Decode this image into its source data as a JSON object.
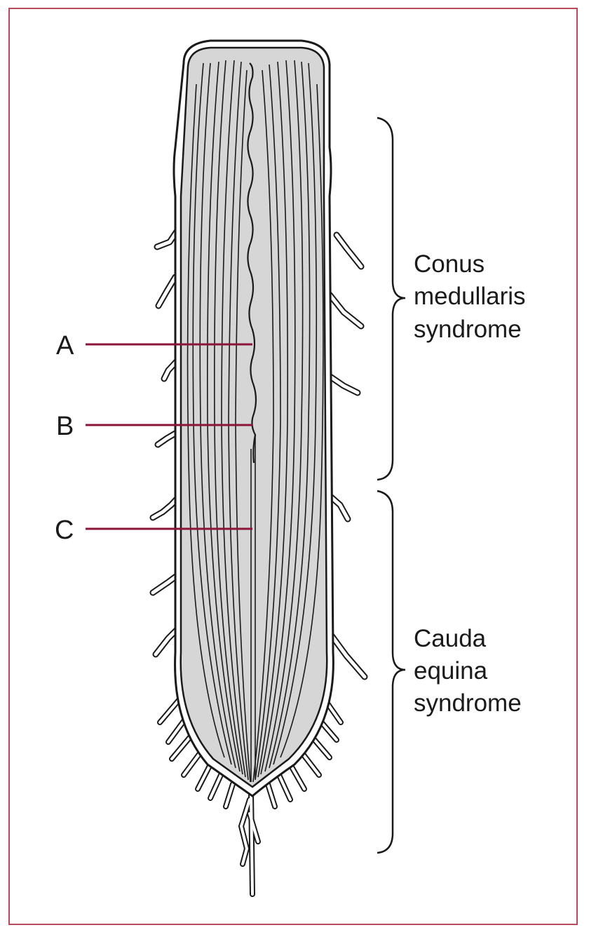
{
  "colors": {
    "frame": "#b94a5a",
    "pointer": "#8a1538",
    "cord_fill": "#d6d6d6",
    "ink": "#1a1a1a"
  },
  "pointers": {
    "a": "A",
    "b": "B",
    "c": "C"
  },
  "regions": {
    "conus": [
      "Conus",
      "medullaris",
      "syndrome"
    ],
    "cauda": [
      "Cauda",
      "equina",
      "syndrome"
    ]
  }
}
